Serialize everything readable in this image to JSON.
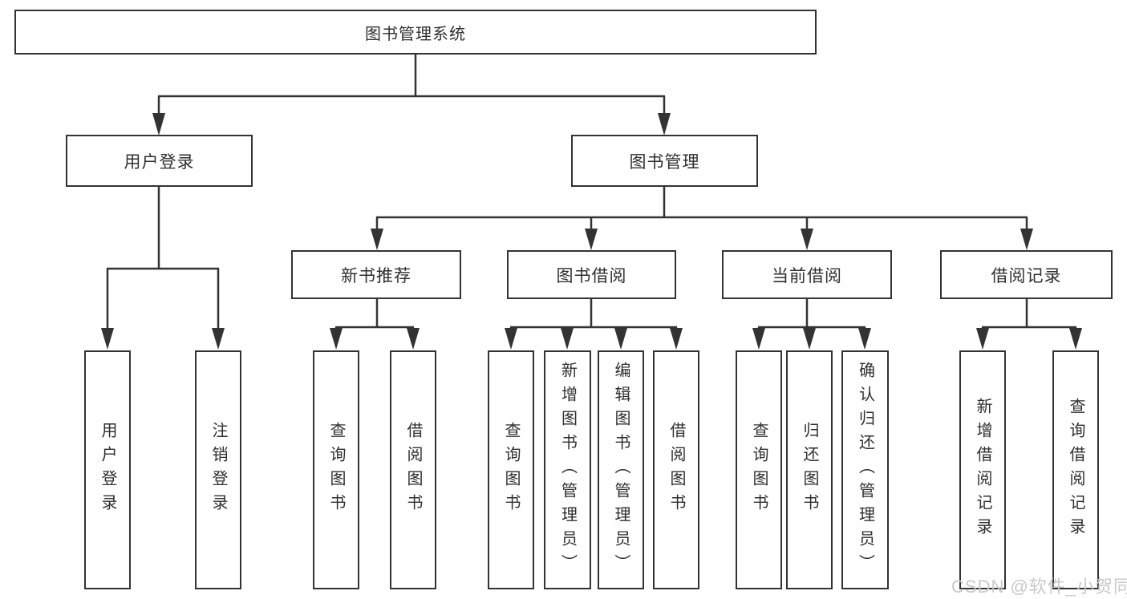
{
  "diagram": {
    "root": {
      "label": "图书管理系统"
    },
    "branches": [
      {
        "label": "用户登录",
        "children": [
          {
            "label": "用户登录"
          },
          {
            "label": "注销登录"
          }
        ]
      },
      {
        "label": "图书管理",
        "children": [
          {
            "label": "新书推荐",
            "children": [
              {
                "label": "查询图书"
              },
              {
                "label": "借阅图书"
              }
            ]
          },
          {
            "label": "图书借阅",
            "children": [
              {
                "label": "查询图书"
              },
              {
                "label": "新增图书（管理员）"
              },
              {
                "label": "编辑图书（管理员）"
              },
              {
                "label": "借阅图书"
              }
            ]
          },
          {
            "label": "当前借阅",
            "children": [
              {
                "label": "查询图书"
              },
              {
                "label": "归还图书"
              },
              {
                "label": "确认归还（管理员）"
              }
            ]
          },
          {
            "label": "借阅记录",
            "children": [
              {
                "label": "新增借阅记录"
              },
              {
                "label": "查询借阅记录"
              }
            ]
          }
        ]
      }
    ]
  },
  "watermark": {
    "text": "CSDN @软件_小贺同学"
  },
  "colors": {
    "line": "#333333",
    "box_border": "#333333",
    "text": "#2f2f2f",
    "background": "#ffffff",
    "watermark": "#c9c9c9"
  }
}
